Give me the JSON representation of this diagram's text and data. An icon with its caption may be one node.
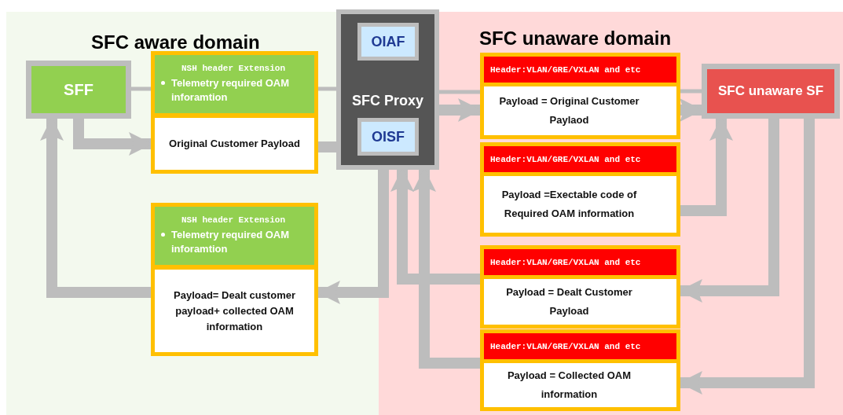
{
  "diagram": {
    "nodes": [
      {
        "text": [
          "SFC aware domain"
        ]
      },
      {
        "text": [
          "SFC unaware domain"
        ]
      },
      {
        "text": [
          "SFF"
        ],
        "in": 0
      },
      {
        "text": [
          "NSH header Extension",
          "Telemetry required OAM inforamtion",
          "Original Customer Payload"
        ],
        "in": 0
      },
      {
        "text": [
          "NSH header Extension",
          "Telemetry required OAM inforamtion",
          "Payload= Dealt customer payload+ collected OAM information"
        ],
        "in": 0
      },
      {
        "text": [
          "SFC Proxy"
        ]
      },
      {
        "text": [
          "OIAF"
        ],
        "in": 5
      },
      {
        "text": [
          "OISF"
        ],
        "in": 5
      },
      {
        "text": [
          "Header:VLAN/GRE/VXLAN and etc",
          "Payload = Original Customer Paylaod"
        ],
        "in": 1
      },
      {
        "text": [
          "Header:VLAN/GRE/VXLAN and etc",
          "Payload =Exectable code of Required OAM information"
        ],
        "in": 1
      },
      {
        "text": [
          "Header:VLAN/GRE/VXLAN and etc",
          "Payload = Dealt Customer Payload"
        ],
        "in": 1
      },
      {
        "text": [
          "Header:VLAN/GRE/VXLAN and etc",
          "Payload = Collected OAM information"
        ],
        "in": 1
      },
      {
        "text": [
          "SFC unaware SF"
        ],
        "in": 1
      }
    ],
    "edges": [
      {
        "from": 2,
        "to": 3,
        "arrow": "to"
      },
      {
        "from": 2,
        "to": 3,
        "arrow": "none"
      },
      {
        "from": 3,
        "to": 5,
        "arrow": "none"
      },
      {
        "from": 3,
        "to": 5,
        "arrow": "none"
      },
      {
        "from": 5,
        "to": 8,
        "arrow": "to"
      },
      {
        "from": 5,
        "to": 8,
        "arrow": "none"
      },
      {
        "from": 8,
        "to": 12,
        "arrow": "to"
      },
      {
        "from": 8,
        "to": 12,
        "arrow": "none"
      },
      {
        "from": 9,
        "to": 12,
        "arrow": "to"
      },
      {
        "from": 12,
        "to": 10,
        "arrow": "to"
      },
      {
        "from": 12,
        "to": 11,
        "arrow": "to"
      },
      {
        "from": 10,
        "to": 5,
        "arrow": "to"
      },
      {
        "from": 11,
        "to": 5,
        "arrow": "to"
      },
      {
        "from": 5,
        "to": 4,
        "arrow": "to"
      },
      {
        "from": 4,
        "to": 2,
        "arrow": "to"
      }
    ]
  }
}
